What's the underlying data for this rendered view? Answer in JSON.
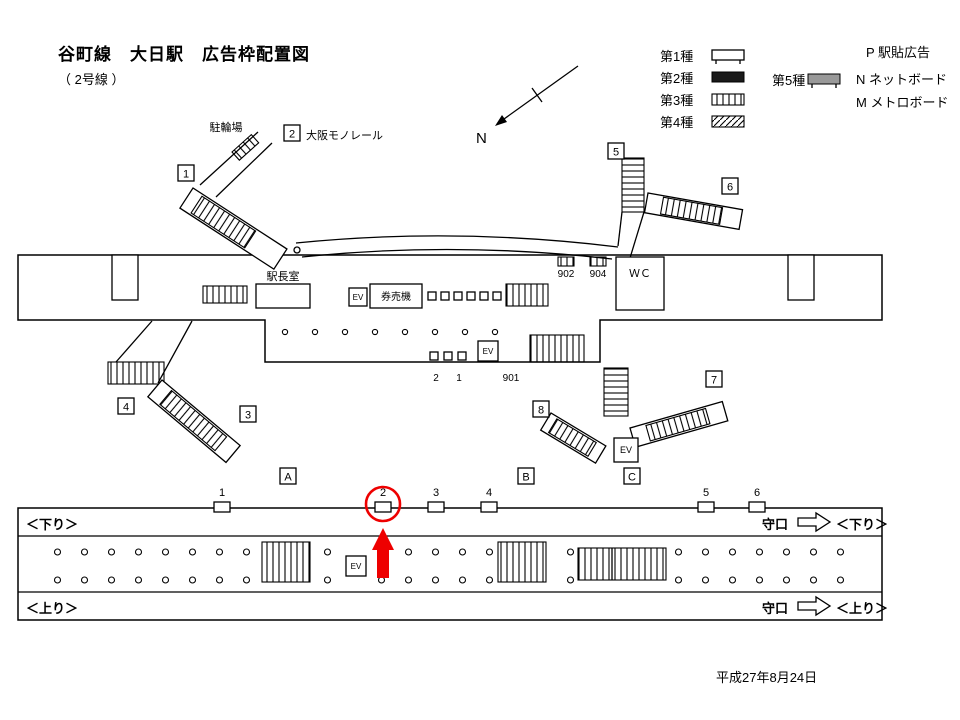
{
  "title": "谷町線　大日駅　広告枠配置図",
  "subtitle": "（ 2号線 ）",
  "legend": {
    "type1": "第1種",
    "type2": "第2種",
    "type3": "第3種",
    "type4": "第4種",
    "type5": "第5種",
    "station_poster": "P 駅貼広告",
    "net_board": "N ネットボード",
    "metro_board": "M メトロボード"
  },
  "compass": {
    "north": "N"
  },
  "concourse": {
    "bicycle_parking": "駐輪場",
    "monorail": "大阪モノレール",
    "station_master_office": "駅長室",
    "ticket_machines": "券売機",
    "toilet": "ＷＣ",
    "elevator": "EV",
    "frame_902": "902",
    "frame_904": "904",
    "frame_901": "901",
    "gate_no_2": "2",
    "gate_no_1": "1"
  },
  "exits": {
    "e1": "1",
    "e2": "2",
    "e3": "3",
    "e4": "4",
    "e5": "5",
    "e6": "6",
    "e7": "7",
    "e8": "8",
    "a": "A",
    "b": "B",
    "c": "C"
  },
  "platform": {
    "down_label": "＜下り＞",
    "up_label": "＜上り＞",
    "direction_station": "守口",
    "frames": [
      "1",
      "2",
      "3",
      "4",
      "5",
      "6"
    ]
  },
  "date": "平成27年8月24日",
  "colors": {
    "highlight": "#ee0000",
    "ink": "#000000",
    "paper": "#ffffff"
  }
}
